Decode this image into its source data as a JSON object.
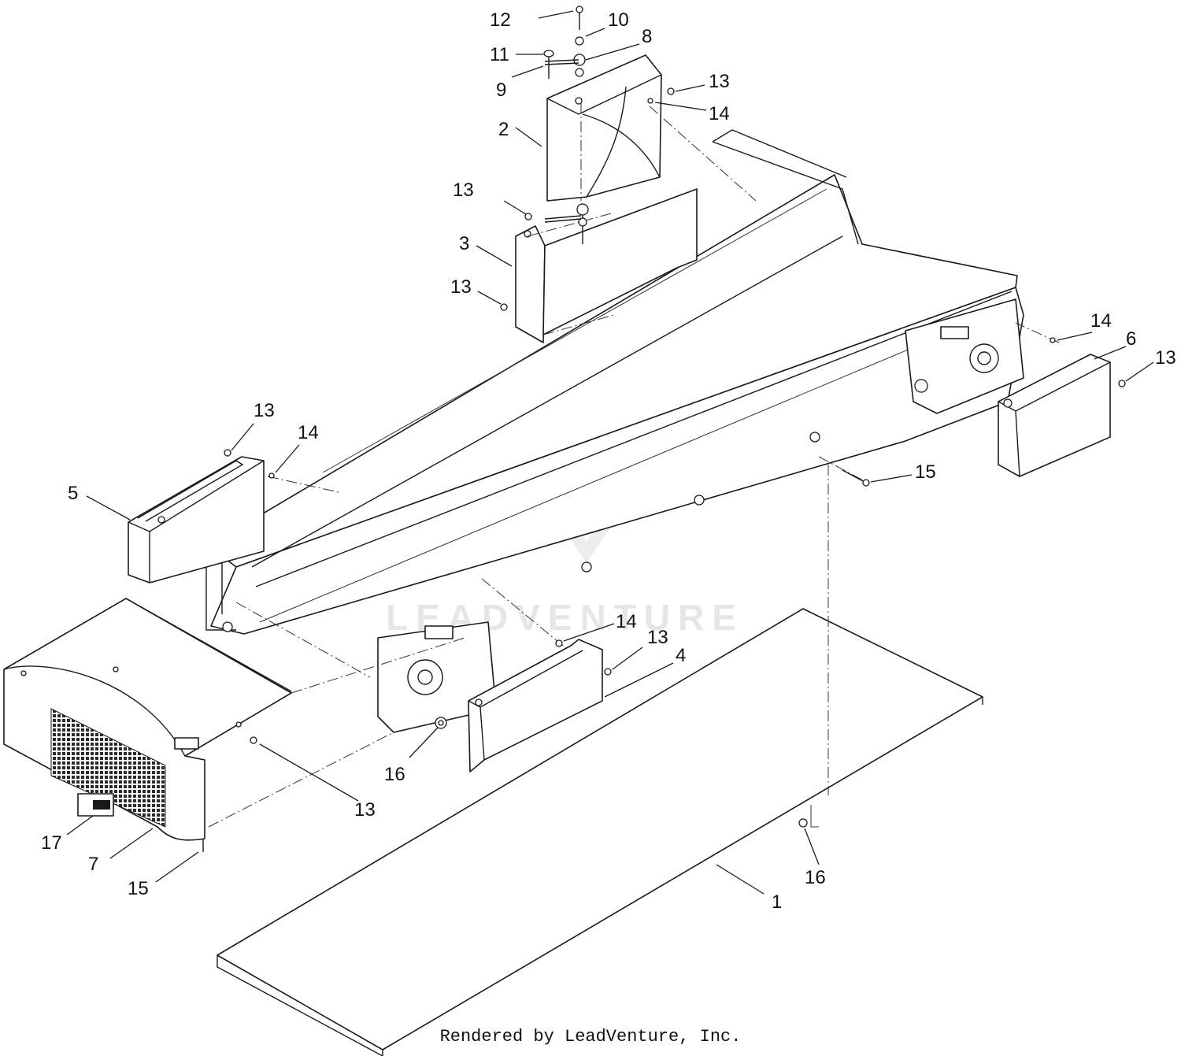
{
  "diagram": {
    "callouts": [
      {
        "id": "c12",
        "text": "12"
      },
      {
        "id": "c10",
        "text": "10"
      },
      {
        "id": "c8",
        "text": "8"
      },
      {
        "id": "c11",
        "text": "11"
      },
      {
        "id": "c9",
        "text": "9"
      },
      {
        "id": "c13a",
        "text": "13"
      },
      {
        "id": "c14a",
        "text": "14"
      },
      {
        "id": "c2",
        "text": "2"
      },
      {
        "id": "c13b",
        "text": "13"
      },
      {
        "id": "c3",
        "text": "3"
      },
      {
        "id": "c13c",
        "text": "13"
      },
      {
        "id": "c14b",
        "text": "14"
      },
      {
        "id": "c6",
        "text": "6"
      },
      {
        "id": "c13d",
        "text": "13"
      },
      {
        "id": "c13e",
        "text": "13"
      },
      {
        "id": "c14c",
        "text": "14"
      },
      {
        "id": "c5",
        "text": "5"
      },
      {
        "id": "c15a",
        "text": "15"
      },
      {
        "id": "c14d",
        "text": "14"
      },
      {
        "id": "c13f",
        "text": "13"
      },
      {
        "id": "c4",
        "text": "4"
      },
      {
        "id": "c16a",
        "text": "16"
      },
      {
        "id": "c13g",
        "text": "13"
      },
      {
        "id": "c17",
        "text": "17"
      },
      {
        "id": "c7",
        "text": "7"
      },
      {
        "id": "c15b",
        "text": "15"
      },
      {
        "id": "c16b",
        "text": "16"
      },
      {
        "id": "c1",
        "text": "1"
      }
    ],
    "watermark": "LEADVENTURE"
  },
  "footer": {
    "text": "Rendered by LeadVenture, Inc."
  },
  "colors": {
    "line": "#1a1a1a",
    "background": "#ffffff",
    "watermark": "#d6d6d6"
  }
}
